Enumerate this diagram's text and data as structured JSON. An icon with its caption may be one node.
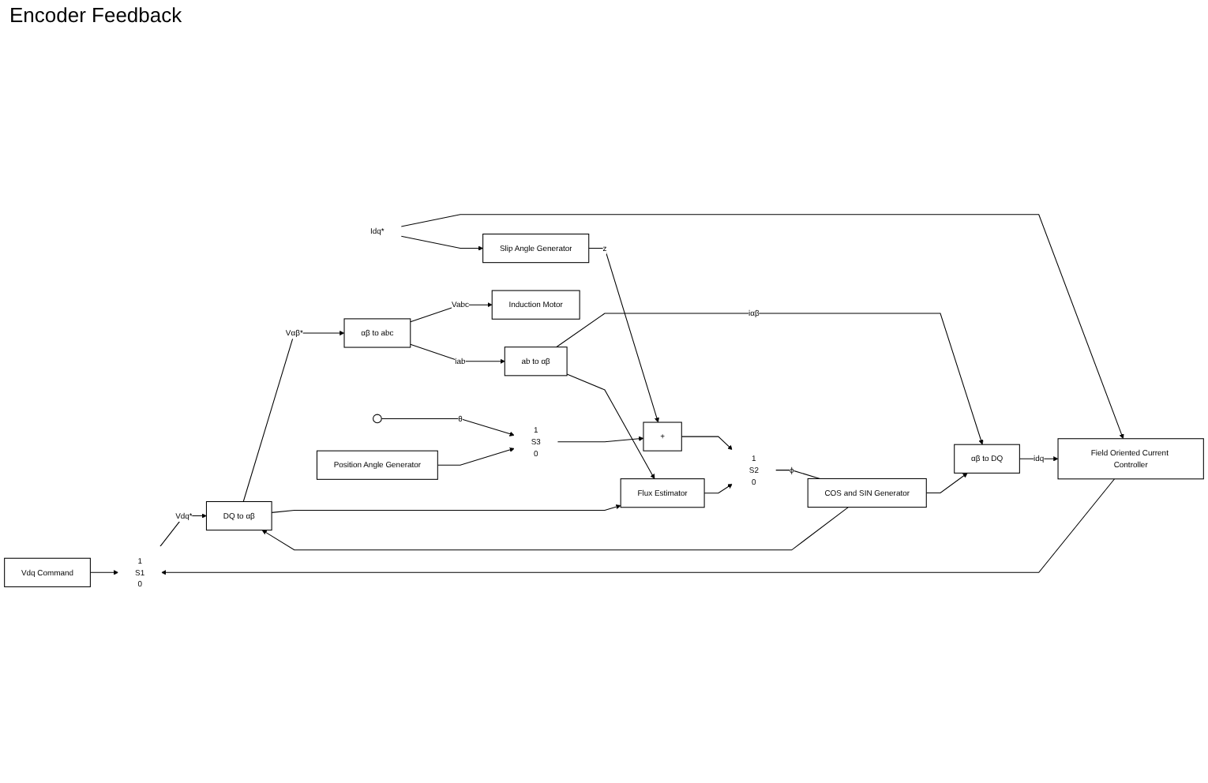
{
  "diagram": {
    "nodes": [
      {
        "text": [
          "Vdq Command"
        ]
      },
      {
        "text": [
          "1",
          "S1",
          "0"
        ]
      },
      {
        "text": [
          "Idq*"
        ]
      },
      {
        "text": [
          "Field Oriented Current Controller"
        ]
      },
      {
        "text": [
          "DQ to αβ"
        ]
      },
      {
        "text": [
          "αβ to abc"
        ]
      },
      {
        "text": [
          "Induction Motor"
        ]
      },
      {
        "text": [],
        "shape": "circle"
      },
      {
        "text": [
          "ab to αβ"
        ]
      },
      {
        "text": [
          "αβ to DQ"
        ]
      },
      {
        "text": [
          "COS and SIN Generator"
        ]
      },
      {
        "text": [
          "Flux Estimator"
        ]
      },
      {
        "text": [
          "1",
          "S2",
          "0"
        ]
      },
      {
        "text": [
          "Slip Angle Generator"
        ]
      },
      {
        "text": [
          "+"
        ]
      },
      {
        "text": [
          "1",
          "S3",
          "0"
        ]
      },
      {
        "text": [
          "Position Angle Generator"
        ]
      }
    ],
    "edges": [
      {
        "from": 0,
        "to": 1,
        "arrow": "to"
      },
      {
        "from": 3,
        "to": 1,
        "arrow": "to"
      },
      {
        "from": 1,
        "to": 4,
        "arrow": "to",
        "label": "Vdq*"
      },
      {
        "from": 2,
        "to": 3,
        "arrow": "to"
      },
      {
        "from": 2,
        "to": 13,
        "arrow": "to"
      },
      {
        "from": 4,
        "to": 5,
        "arrow": "to",
        "label": "Vαβ*"
      },
      {
        "from": 4,
        "to": 11,
        "arrow": "to"
      },
      {
        "from": 5,
        "to": 6,
        "arrow": "to",
        "label": "Vabc"
      },
      {
        "from": 5,
        "to": 8,
        "arrow": "to",
        "label": "iab"
      },
      {
        "from": 8,
        "to": 9,
        "arrow": "to",
        "label": "iαβ"
      },
      {
        "from": 8,
        "to": 11,
        "arrow": "to"
      },
      {
        "from": 9,
        "to": 3,
        "arrow": "to",
        "label": "idq"
      },
      {
        "from": 10,
        "to": 4,
        "arrow": "to"
      },
      {
        "from": 10,
        "to": 9,
        "arrow": "to"
      },
      {
        "from": 11,
        "to": 12,
        "arrow": "to"
      },
      {
        "from": 12,
        "to": 10,
        "arrow": "none",
        "label": "ϕ"
      },
      {
        "from": 13,
        "to": 14,
        "arrow": "to",
        "label": "z"
      },
      {
        "from": 14,
        "to": 12,
        "arrow": "to"
      },
      {
        "from": 15,
        "to": 14,
        "arrow": "to"
      },
      {
        "from": 7,
        "to": 15,
        "arrow": "to",
        "label": "θ"
      },
      {
        "from": 16,
        "to": 15,
        "arrow": "to"
      }
    ],
    "labels": [
      "Encoder Feedback"
    ]
  }
}
